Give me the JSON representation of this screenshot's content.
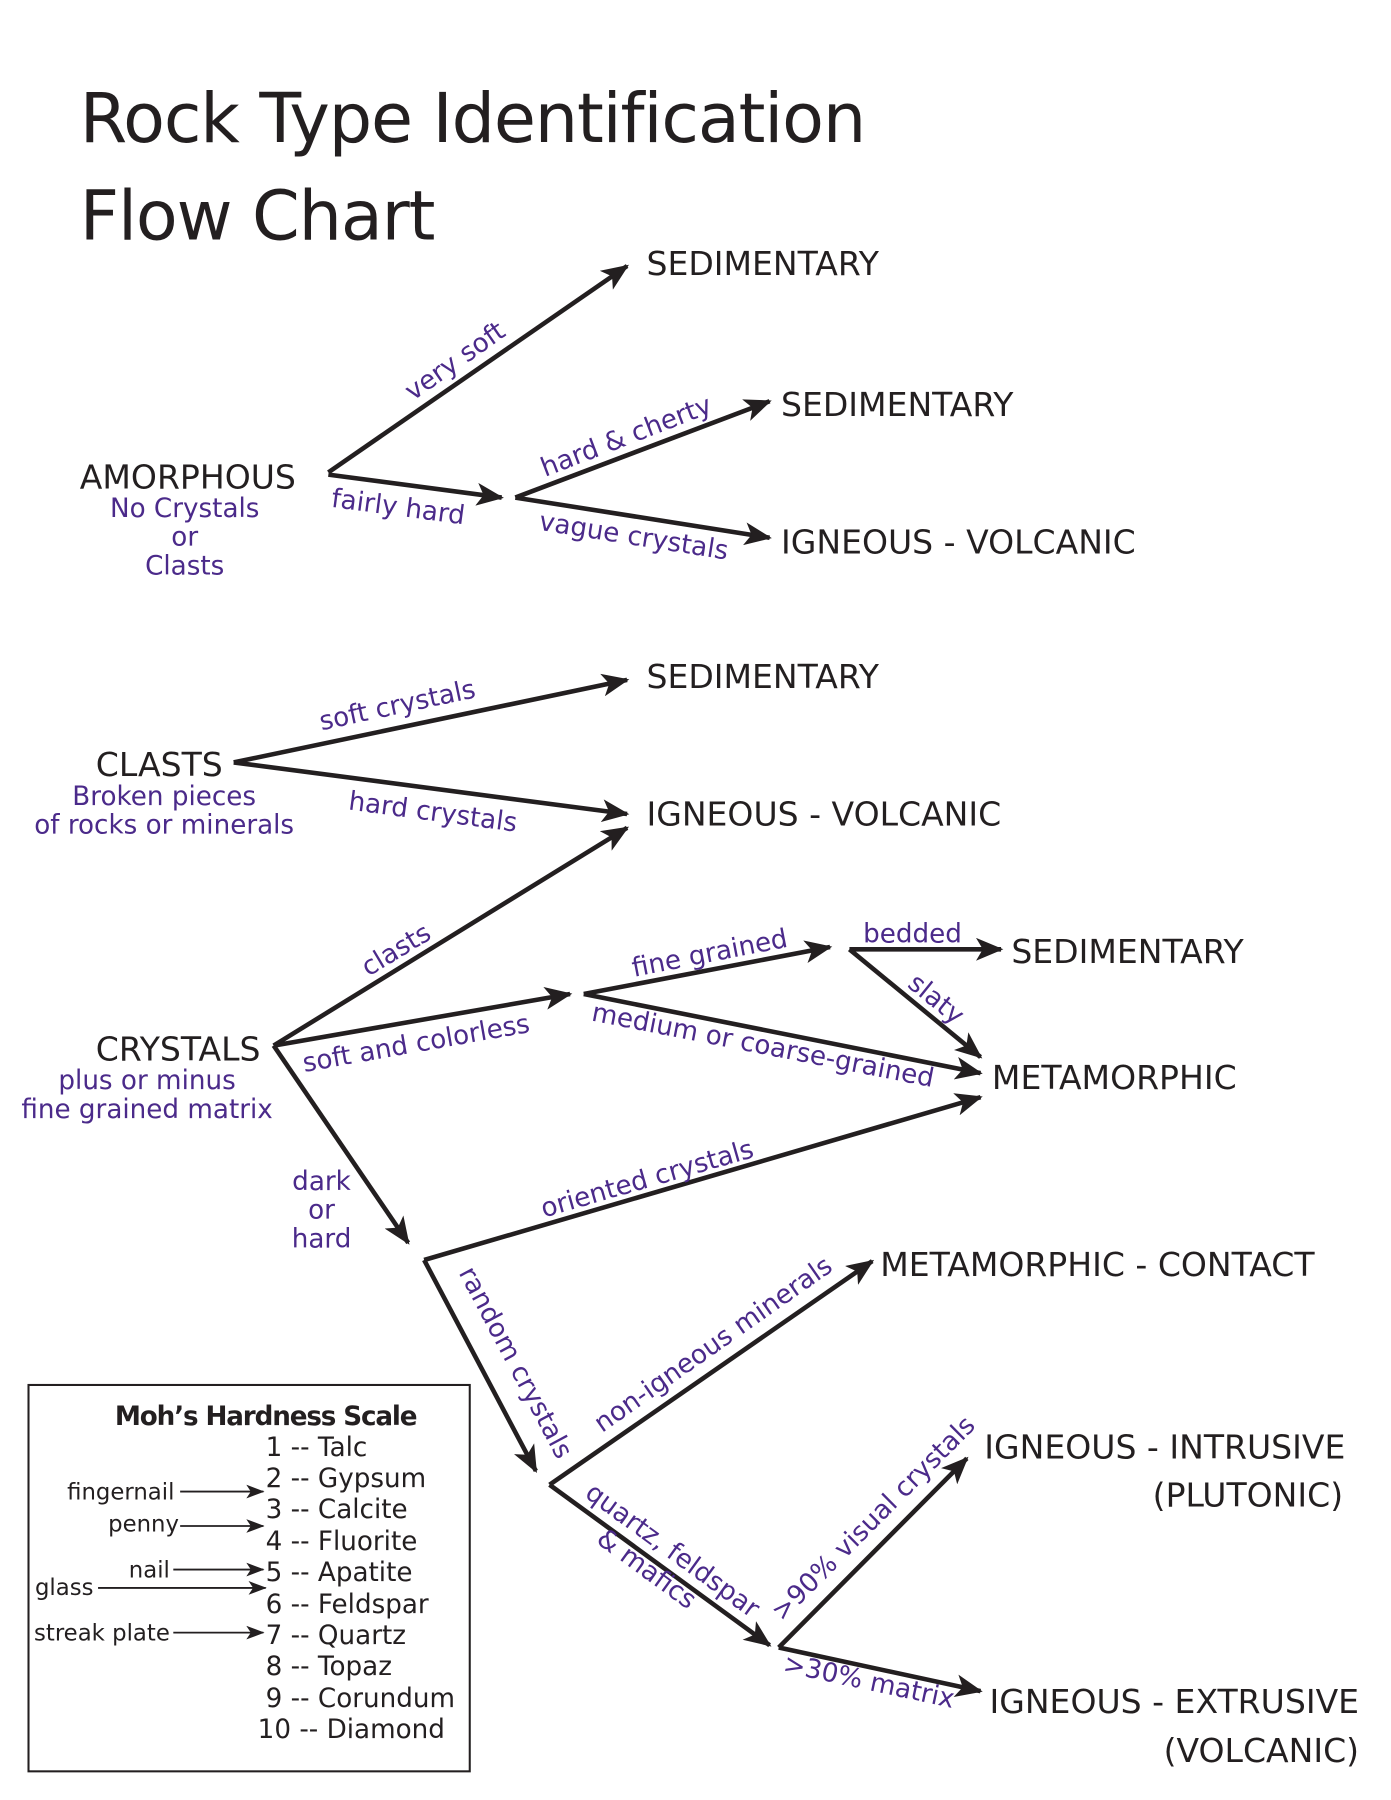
{
  "title": [
    "Rock Type Identification",
    "Flow Chart"
  ],
  "colors": {
    "text": "#231f20",
    "label": "#4b2a8a"
  },
  "starts": {
    "amorphous": {
      "name": "AMORPHOUS",
      "sub": [
        "No Crystals",
        "or",
        "Clasts"
      ]
    },
    "clasts": {
      "name": "CLASTS",
      "sub": [
        "Broken pieces",
        "of rocks or minerals"
      ]
    },
    "crystals": {
      "name": "CRYSTALS",
      "sub": [
        "plus or minus",
        "fine grained matrix"
      ]
    }
  },
  "outcomes": {
    "sed1": "SEDIMENTARY",
    "sed2": "SEDIMENTARY",
    "igv1": "IGNEOUS - VOLCANIC",
    "sed3": "SEDIMENTARY",
    "igv2": "IGNEOUS - VOLCANIC",
    "sed4": "SEDIMENTARY",
    "meta": "METAMORPHIC",
    "contact": "METAMORPHIC - CONTACT",
    "intrusive": [
      "IGNEOUS - INTRUSIVE",
      "(PLUTONIC)"
    ],
    "extrusive": [
      "IGNEOUS - EXTRUSIVE",
      "(VOLCANIC)"
    ]
  },
  "edges": {
    "very_soft": "very soft",
    "fairly_hard": "fairly hard",
    "hard_cherty": "hard & cherty",
    "vague_crystals": "vague crystals",
    "soft_crystals": "soft crystals",
    "hard_crystals": "hard crystals",
    "clasts": "clasts",
    "soft_colorless": "soft and colorless",
    "dark_or_hard": [
      "dark",
      "or",
      "hard"
    ],
    "fine_grained": "fine grained",
    "medium_coarse": "medium or coarse-grained",
    "bedded": "bedded",
    "slaty": "slaty",
    "oriented": "oriented crystals",
    "random": "random crystals",
    "non_igneous": "non-igneous minerals",
    "quartz": [
      "quartz, feldspar",
      "& mafics"
    ],
    "visual90": ">90% visual crystals",
    "matrix30": ">30% matrix"
  },
  "mohs": {
    "title": "Moh’s Hardness Scale",
    "items": [
      "1 -- Talc",
      "2 -- Gypsum",
      "3 -- Calcite",
      "4 -- Fluorite",
      "5 -- Apatite",
      "6 -- Feldspar",
      "7 -- Quartz",
      "8 -- Topaz",
      "9 -- Corundum",
      "10 -- Diamond"
    ],
    "references": [
      "fingernail",
      "penny",
      "nail",
      "glass",
      "streak plate"
    ]
  }
}
